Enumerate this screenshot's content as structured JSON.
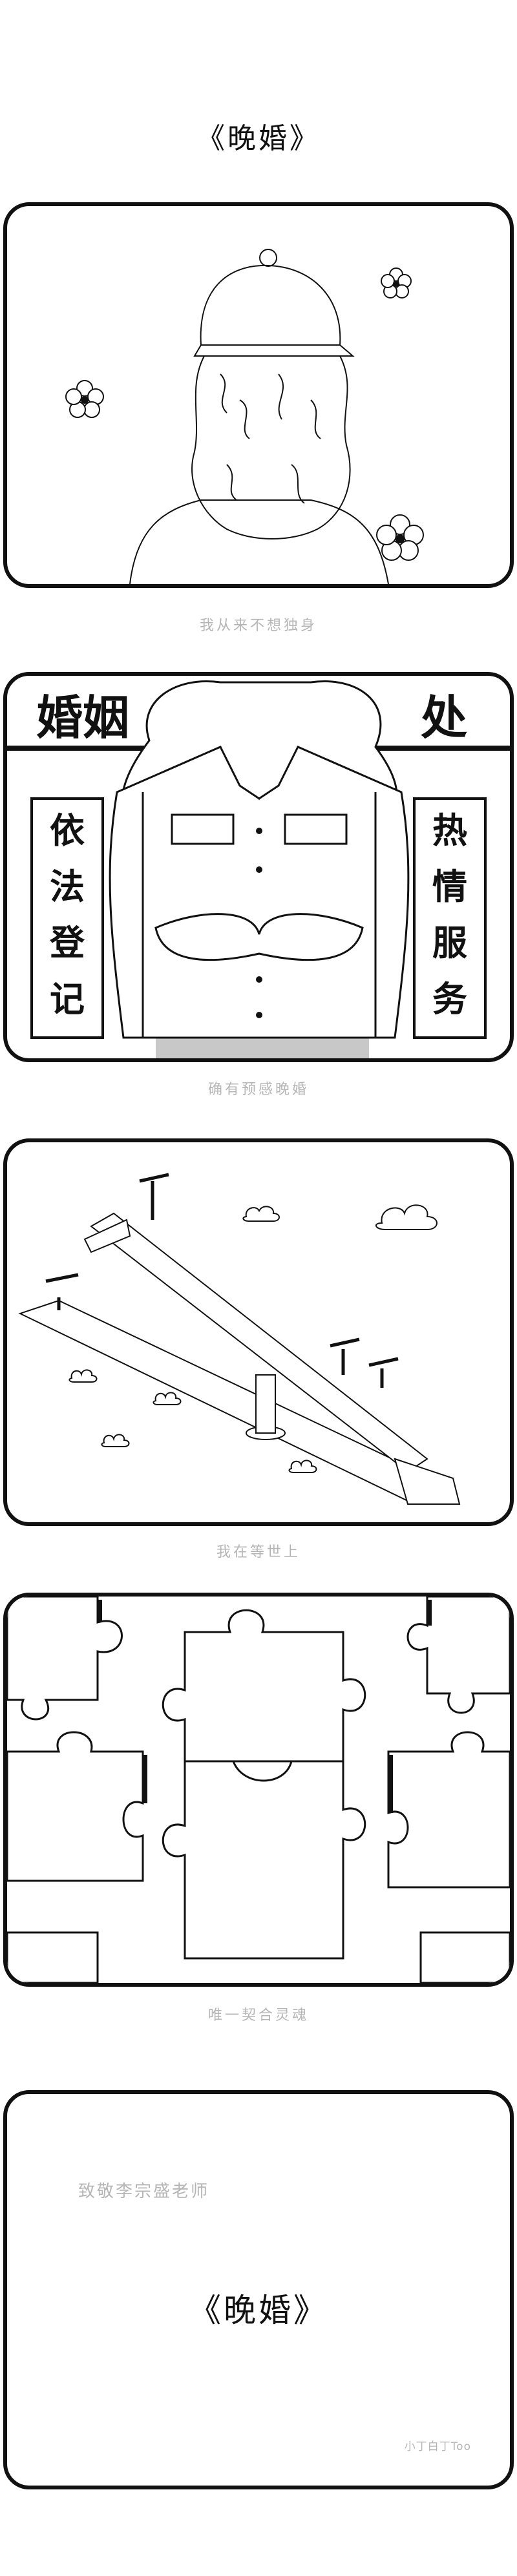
{
  "title": "《晚婚》",
  "panels": [
    {
      "caption": "我从来不想独身"
    },
    {
      "caption": "确有预感晚婚",
      "sign": {
        "top_left": "婚姻",
        "top_right": "处",
        "left": [
          "依",
          "法",
          "登",
          "记"
        ],
        "right": [
          "热",
          "情",
          "服",
          "务"
        ]
      }
    },
    {
      "caption": "我在等世上"
    },
    {
      "caption": "唯一契合灵魂"
    },
    {
      "dedication": "致敬李宗盛老师",
      "title": "《晚婚》",
      "signature": "小丁白丁Too"
    }
  ],
  "colors": {
    "ink": "#111111",
    "caption_gray": "#b5b5b5",
    "shade_gray": "#c8c8c8"
  }
}
